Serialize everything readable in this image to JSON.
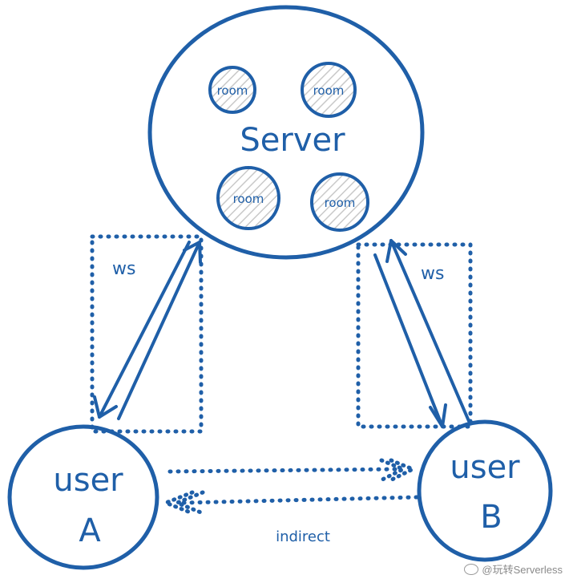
{
  "colors": {
    "stroke": "#1f5fa8",
    "background": "#ffffff",
    "watermark": "#8a8a8a"
  },
  "server": {
    "label": "Server",
    "rooms": [
      "room",
      "room",
      "room",
      "room"
    ]
  },
  "connections": {
    "left_label": "ws",
    "right_label": "ws",
    "between_users_label": "indirect"
  },
  "users": [
    {
      "line1": "user",
      "line2": "A"
    },
    {
      "line1": "user",
      "line2": "B"
    }
  ],
  "watermark": {
    "text": "@玩转Serverless",
    "icon": "wechat-icon"
  }
}
